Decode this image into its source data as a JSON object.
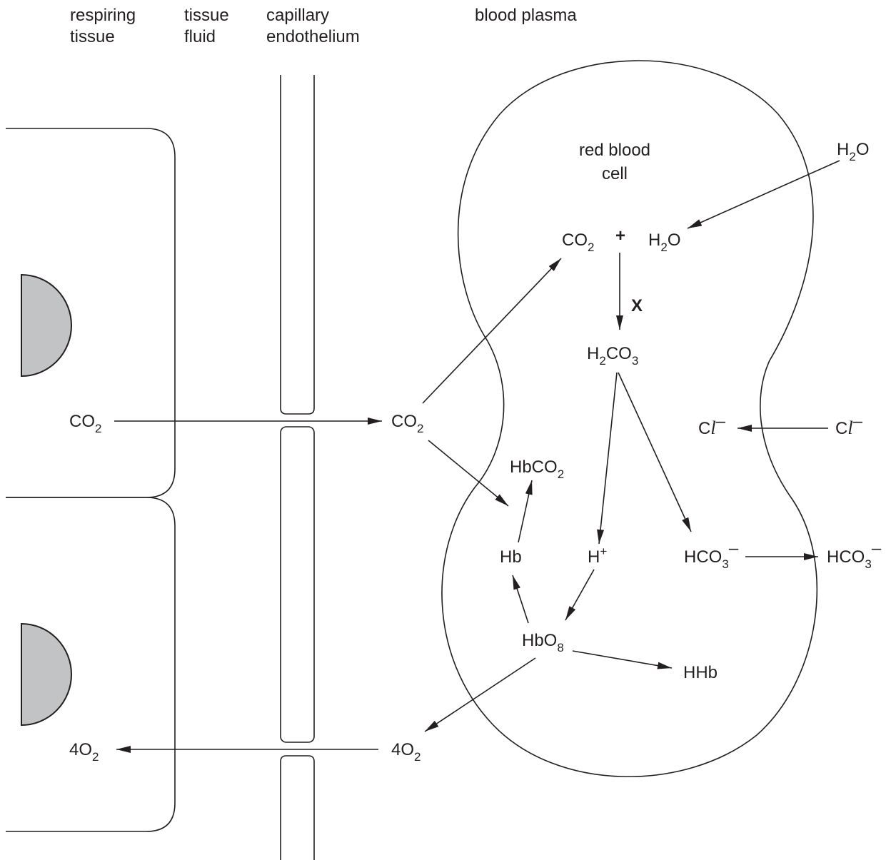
{
  "headers": {
    "respiring_tissue": [
      "respiring",
      "tissue"
    ],
    "tissue_fluid": [
      "tissue",
      "fluid"
    ],
    "capillary_endothelium": [
      "capillary",
      "endothelium"
    ],
    "blood_plasma": "blood plasma"
  },
  "red_blood_cell": [
    "red blood",
    "cell"
  ],
  "species": {
    "co2_tissue": {
      "base": "CO",
      "sub": "2"
    },
    "co2_plasma": {
      "base": "CO",
      "sub": "2"
    },
    "co2_cell": {
      "base": "CO",
      "sub": "2"
    },
    "plus": "+",
    "h2o_cell": {
      "base": "H",
      "sub": "2",
      "tail": "O"
    },
    "h2o_plasma": {
      "base": "H",
      "sub": "2",
      "tail": "O"
    },
    "enzyme_x": "X",
    "h2co3": {
      "base": "H",
      "sub": "2",
      "tail": "CO",
      "sub2": "3"
    },
    "hbco2": {
      "base": "HbCO",
      "sub": "2"
    },
    "hb": "Hb",
    "h_plus": {
      "base": "H",
      "sup": "+"
    },
    "hco3_cell": {
      "base": "HCO",
      "sub": "3",
      "sup": "–"
    },
    "hco3_plasma": {
      "base": "HCO",
      "sub": "3",
      "sup": "–"
    },
    "cl_cell": {
      "base": "C",
      "ital": "l",
      "sup": "–"
    },
    "cl_plasma": {
      "base": "C",
      "ital": "l",
      "sup": "–"
    },
    "hbo8": {
      "base": "HbO",
      "sub": "8"
    },
    "hhb": "HHb",
    "o2_plasma": {
      "pre": "4O",
      "sub": "2"
    },
    "o2_tissue": {
      "pre": "4O",
      "sub": "2"
    }
  },
  "colors": {
    "ink": "#231f20",
    "nucleus_fill": "#c2c3c5"
  }
}
